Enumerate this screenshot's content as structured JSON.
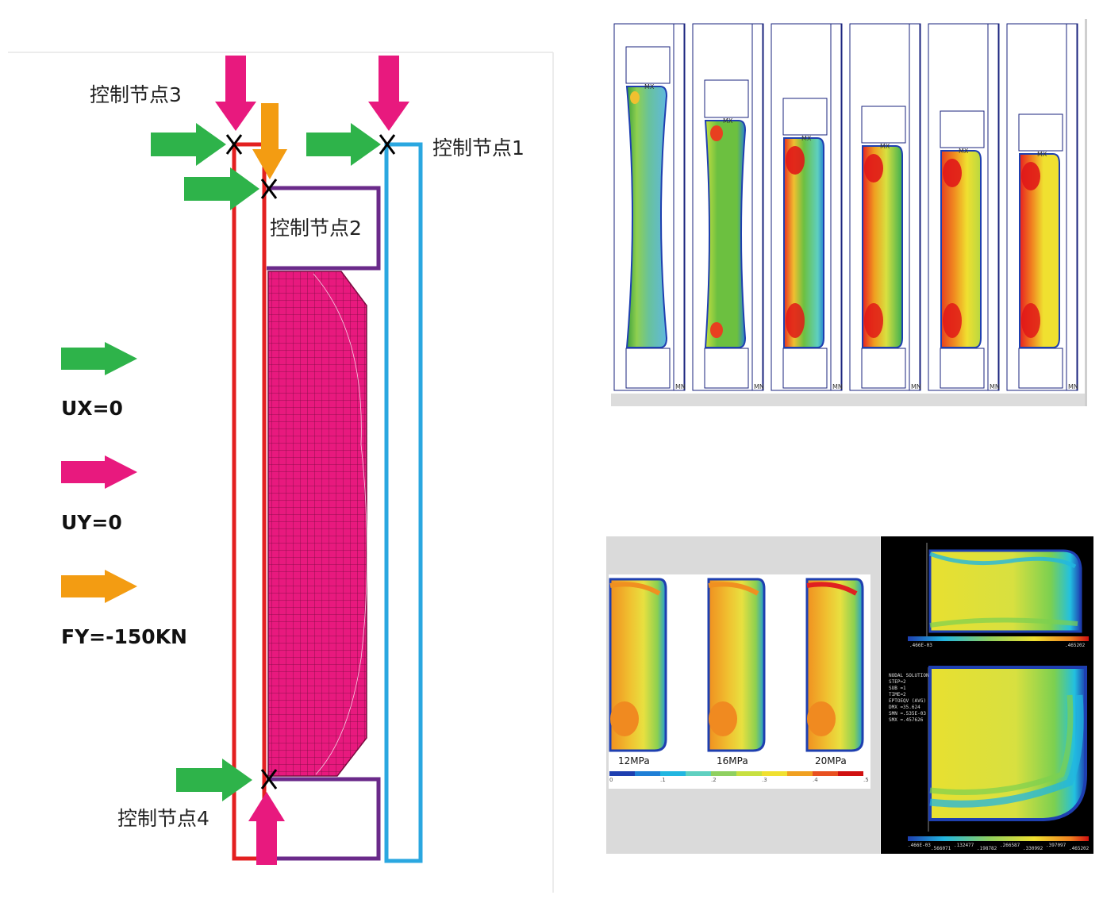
{
  "left_diagram": {
    "control_nodes": {
      "node1": "控制节点1",
      "node2": "控制节点2",
      "node3": "控制节点3",
      "node4": "控制节点4"
    },
    "legend": [
      {
        "label": "UX=0",
        "color": "#2eb34a"
      },
      {
        "label": "UY=0",
        "color": "#e8197e"
      },
      {
        "label": "FY=-150KN",
        "color": "#f39c12"
      }
    ],
    "colors": {
      "green": "#2eb34a",
      "magenta": "#e8197e",
      "orange": "#f39c12",
      "red": "#e32020",
      "purple": "#6a2a8a",
      "blue": "#2aa7e0",
      "mesh": "#e8197e"
    }
  },
  "top_right": {
    "frames": [
      {
        "max_label": "MX",
        "min_label": "MN"
      },
      {
        "max_label": "MX",
        "min_label": "MN"
      },
      {
        "max_label": "MX",
        "min_label": "MN"
      },
      {
        "max_label": "MX",
        "min_label": "MN"
      },
      {
        "max_label": "MX",
        "min_label": "MN"
      },
      {
        "max_label": "MX",
        "min_label": "MN"
      }
    ]
  },
  "bottom_middle": {
    "pressures": [
      "12MPa",
      "16MPa",
      "20MPa"
    ],
    "scale_ticks": [
      "0",
      ".1",
      ".2",
      ".3",
      ".4",
      ".5"
    ],
    "scale_colors": [
      "#1e3fb0",
      "#1f7fd6",
      "#22b6e0",
      "#5fd0c0",
      "#8fd060",
      "#c8e040",
      "#f0e030",
      "#f0a020",
      "#e85020",
      "#d01010"
    ]
  },
  "bottom_right": {
    "top_scale_min": ".466E-03",
    "top_scale_max": ".465202",
    "solution_text": [
      "NODAL SOLUTION",
      "STEP=2",
      "SUB =1",
      "TIME=2",
      "EPTOEQV (AVG)",
      "DMX =35.624",
      "SMN =.535E-03",
      "SMX =.457626"
    ],
    "bottom_scale_labels": [
      ".466E-03",
      ".566071",
      ".132477",
      ".198782",
      ".266587",
      ".330992",
      ".397097",
      ".465202"
    ]
  }
}
